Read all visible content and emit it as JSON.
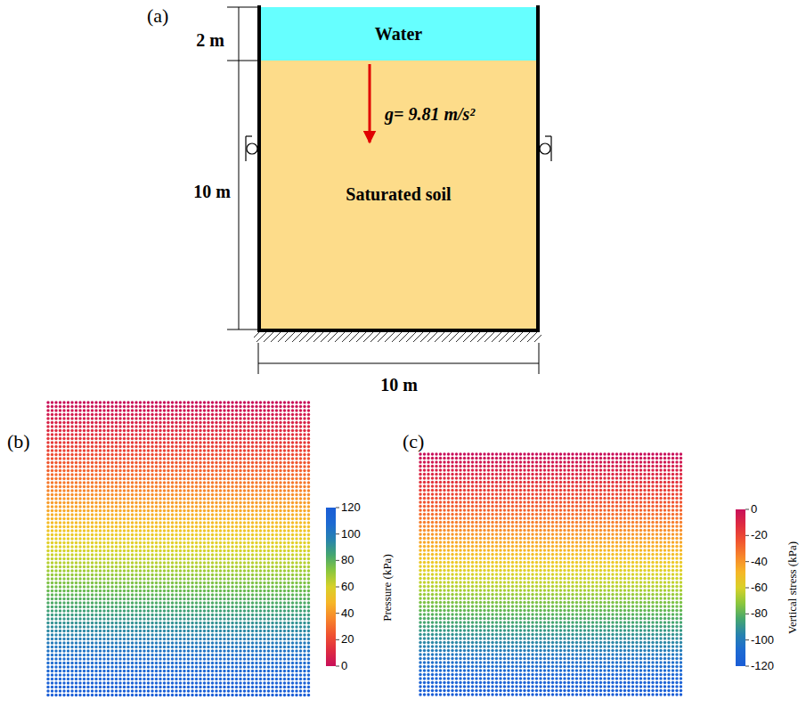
{
  "diagram": {
    "nodes": [
      {
        "text": [
          "Water"
        ]
      },
      {
        "text": [
          "Saturated soil"
        ]
      }
    ],
    "labels": [
      "(a)",
      "2 m",
      "10 m",
      "g= 9.81 m/s²",
      "10 m",
      "(b)",
      "120",
      "100",
      "80",
      "60",
      "40",
      "20",
      "0",
      "Pressure (kPa)",
      "(c)",
      "0",
      "-20",
      "-40",
      "-60",
      "-80",
      "-100",
      "-120",
      "Vertical stress (kPa)"
    ]
  }
}
